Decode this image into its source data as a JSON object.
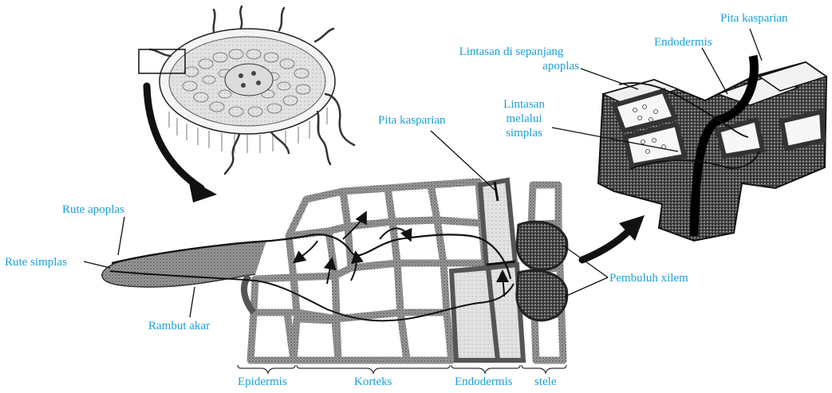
{
  "labels": {
    "rute_apoplas": "Rute apoplas",
    "rute_simplas": "Rute simplas",
    "rambut_akar": "Rambut akar",
    "pita_kasparian_mid": "Pita kasparian",
    "pita_kasparian_top": "Pita kasparian",
    "endodermis_top": "Endodermis",
    "lintasan_apoplas_line1": "Lintasan di sepanjang",
    "lintasan_apoplas_line2": "apoplas",
    "lintasan_simplas_line1": "Lintasan",
    "lintasan_simplas_line2": "melalui",
    "lintasan_simplas_line3": "simplas",
    "pembuluh_xilem": "Pembuluh xilem",
    "epidermis": "Epidermis",
    "korteks": "Korteks",
    "endodermis_bottom": "Endodermis",
    "stele": "stele"
  },
  "colors": {
    "label_blue": "#1aa0d8",
    "line_black": "#111111",
    "cell_wall_gray": "#8a8a8a",
    "stipple_dark": "#2a2a2a"
  }
}
